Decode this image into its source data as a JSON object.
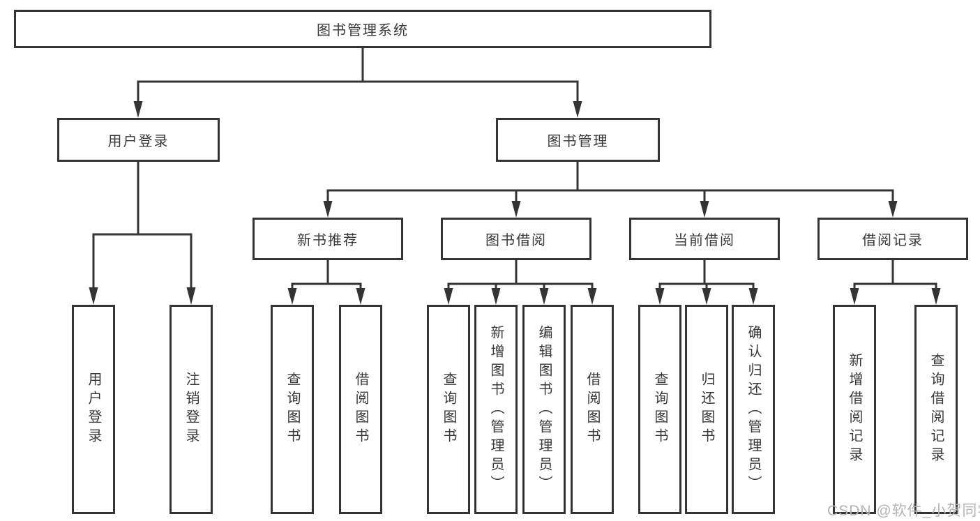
{
  "diagram": {
    "nodes": {
      "root": {
        "label": "图书管理系统"
      },
      "user_login": {
        "label": "用户登录"
      },
      "book_mgmt": {
        "label": "图书管理"
      },
      "new_book_rec": {
        "label": "新书推荐"
      },
      "book_borrow": {
        "label": "图书借阅"
      },
      "current_borrow": {
        "label": "当前借阅"
      },
      "borrow_records": {
        "label": "借阅记录"
      },
      "login_leaf": {
        "label": "用户登录"
      },
      "logout_leaf": {
        "label": "注销登录"
      },
      "rec_query_books": {
        "label": "查询图书"
      },
      "rec_borrow_books": {
        "label": "借阅图书"
      },
      "bb_query_books": {
        "label": "查询图书"
      },
      "bb_add_books": {
        "label": "新增图书（管理员）"
      },
      "bb_edit_books": {
        "label": "编辑图书（管理员）"
      },
      "bb_borrow_books": {
        "label": "借阅图书"
      },
      "cb_query_books": {
        "label": "查询图书"
      },
      "cb_return_books": {
        "label": "归还图书"
      },
      "cb_confirm_return": {
        "label": "确认归还（管理员）"
      },
      "br_add_record": {
        "label": "新增借阅记录"
      },
      "br_query_record": {
        "label": "查询借阅记录"
      }
    }
  },
  "watermark": {
    "text": "CSDN @软件_小贺同学"
  },
  "colors": {
    "line": "#343434",
    "box_border": "#343434",
    "text": "#383838",
    "watermark": "#b4b4b4",
    "background": "#ffffff"
  }
}
